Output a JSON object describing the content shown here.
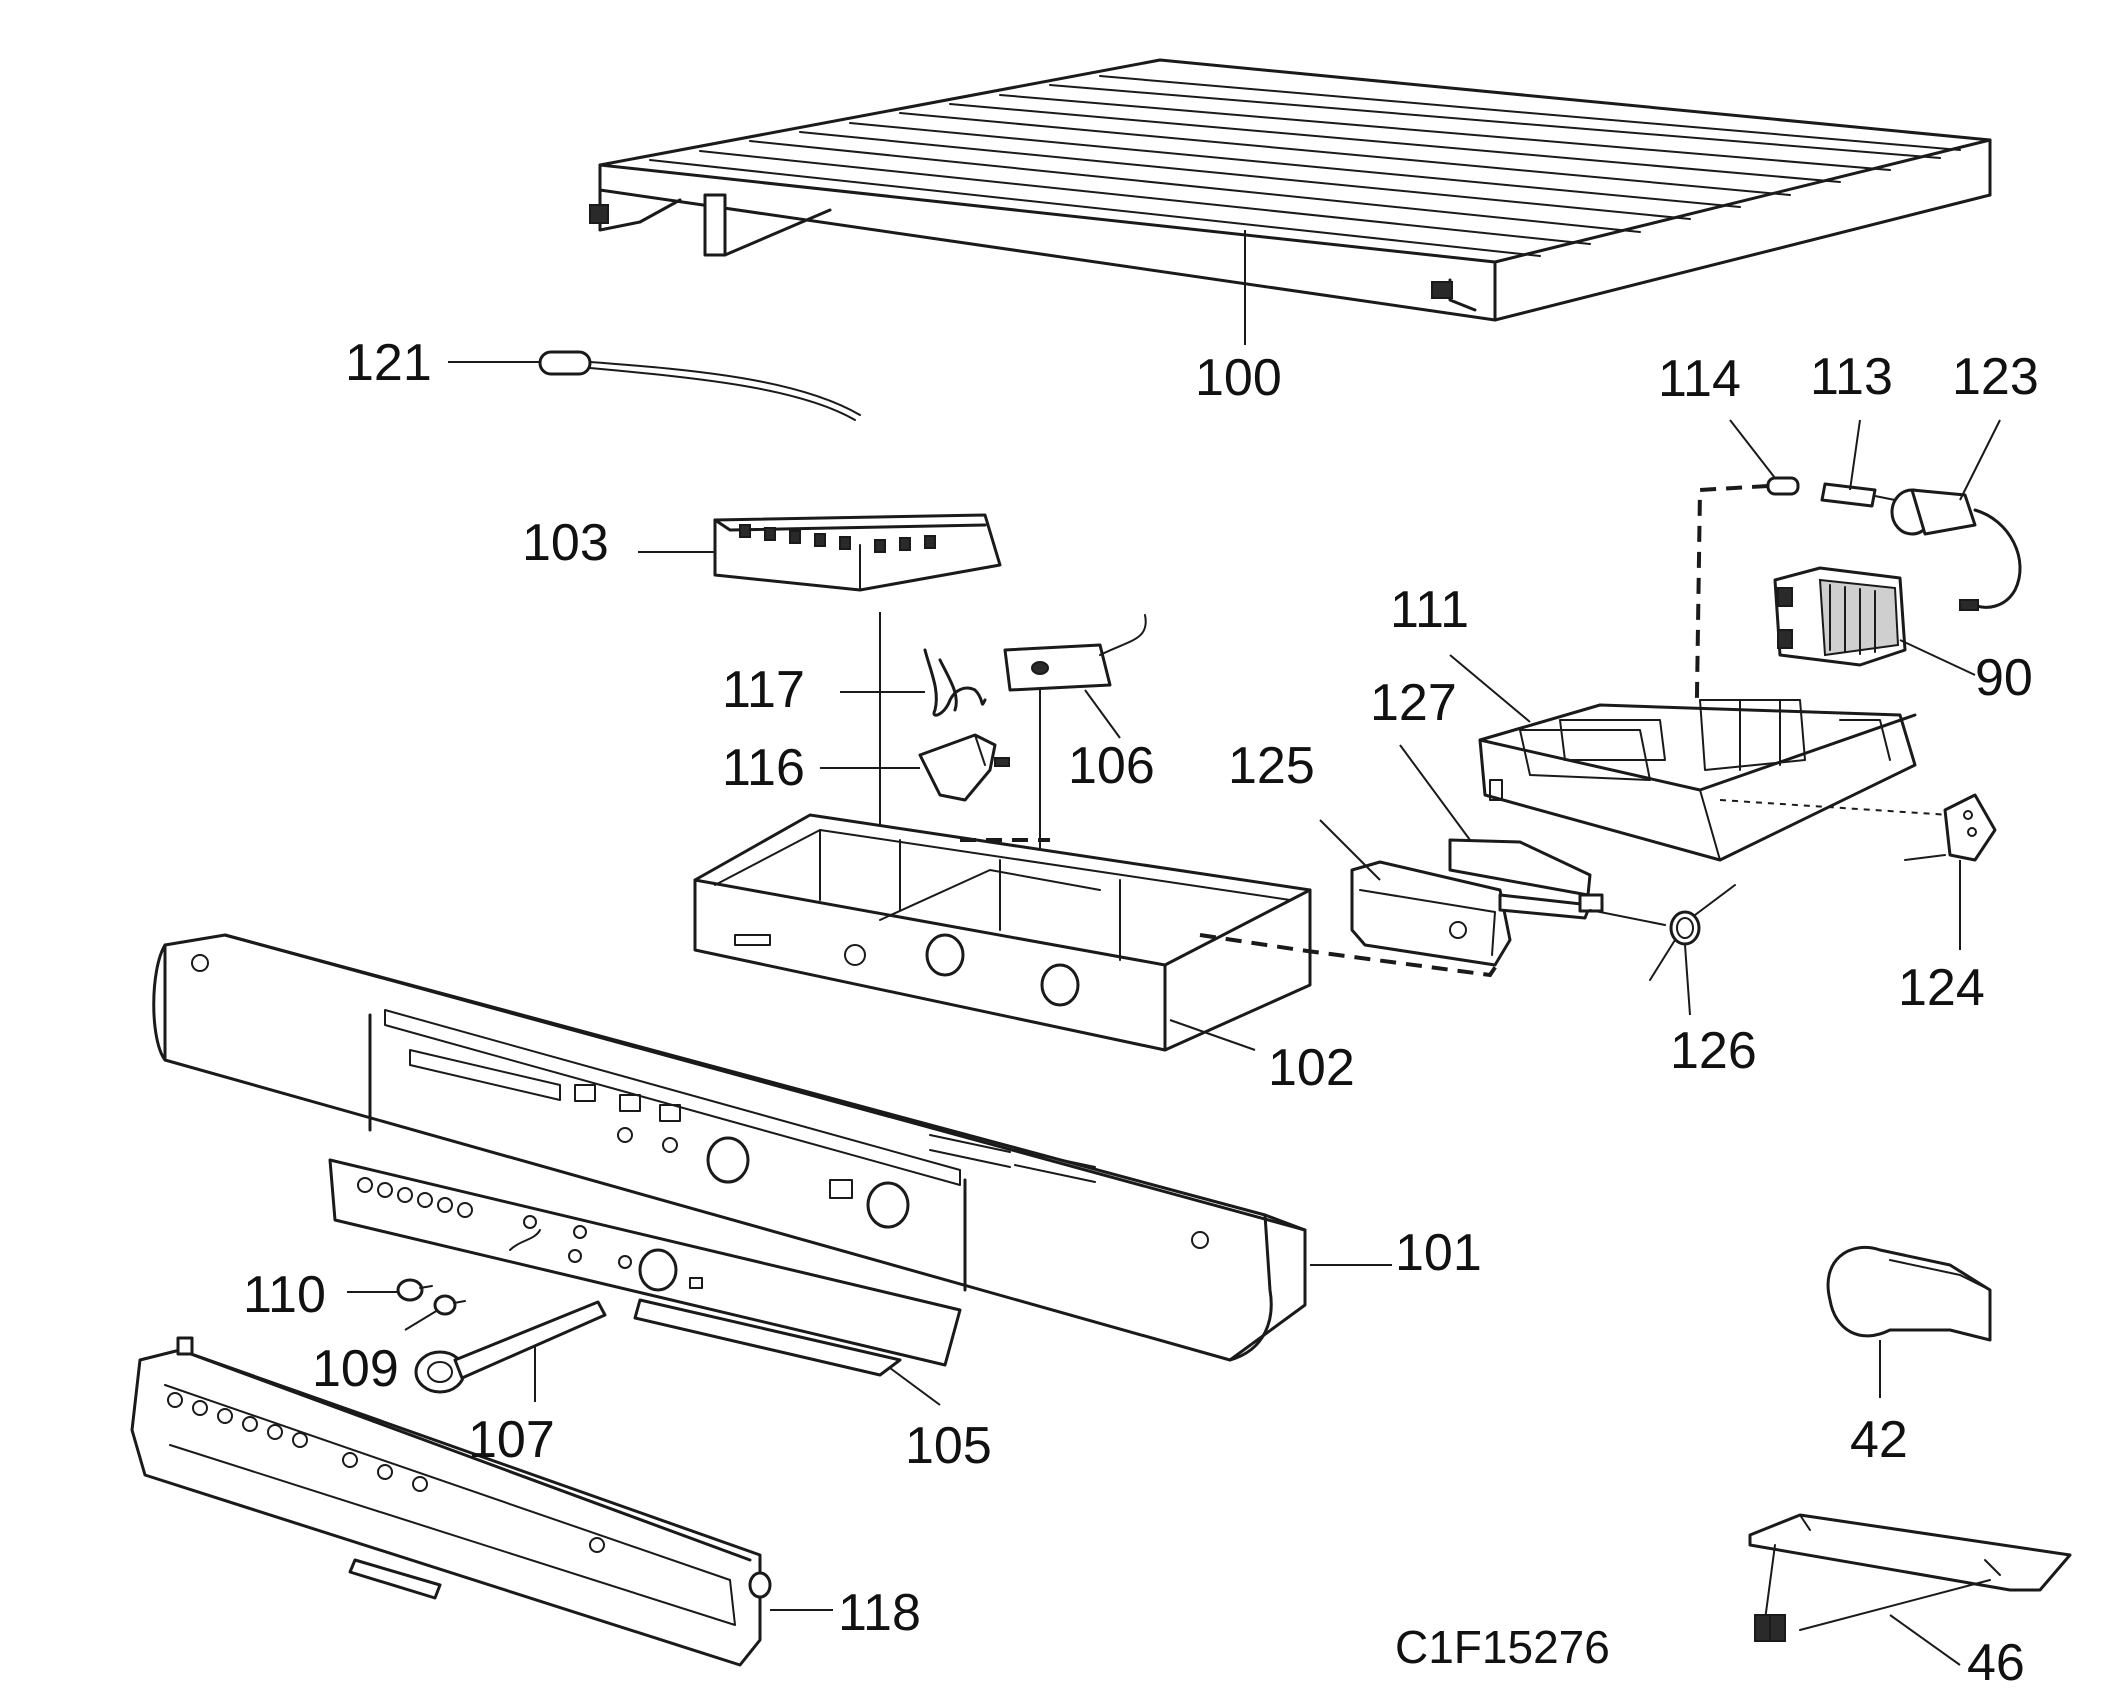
{
  "diagram_code": "C1F15276",
  "callouts": [
    {
      "id": "100",
      "label": "100"
    },
    {
      "id": "121",
      "label": "121"
    },
    {
      "id": "114",
      "label": "114"
    },
    {
      "id": "113",
      "label": "113"
    },
    {
      "id": "123",
      "label": "123"
    },
    {
      "id": "103",
      "label": "103"
    },
    {
      "id": "111",
      "label": "111"
    },
    {
      "id": "90",
      "label": "90"
    },
    {
      "id": "117",
      "label": "117"
    },
    {
      "id": "127",
      "label": "127"
    },
    {
      "id": "116",
      "label": "116"
    },
    {
      "id": "106",
      "label": "106"
    },
    {
      "id": "125",
      "label": "125"
    },
    {
      "id": "124",
      "label": "124"
    },
    {
      "id": "126",
      "label": "126"
    },
    {
      "id": "102",
      "label": "102"
    },
    {
      "id": "101",
      "label": "101"
    },
    {
      "id": "110",
      "label": "110"
    },
    {
      "id": "109",
      "label": "109"
    },
    {
      "id": "107",
      "label": "107"
    },
    {
      "id": "105",
      "label": "105"
    },
    {
      "id": "42",
      "label": "42"
    },
    {
      "id": "118",
      "label": "118"
    },
    {
      "id": "46",
      "label": "46"
    }
  ]
}
